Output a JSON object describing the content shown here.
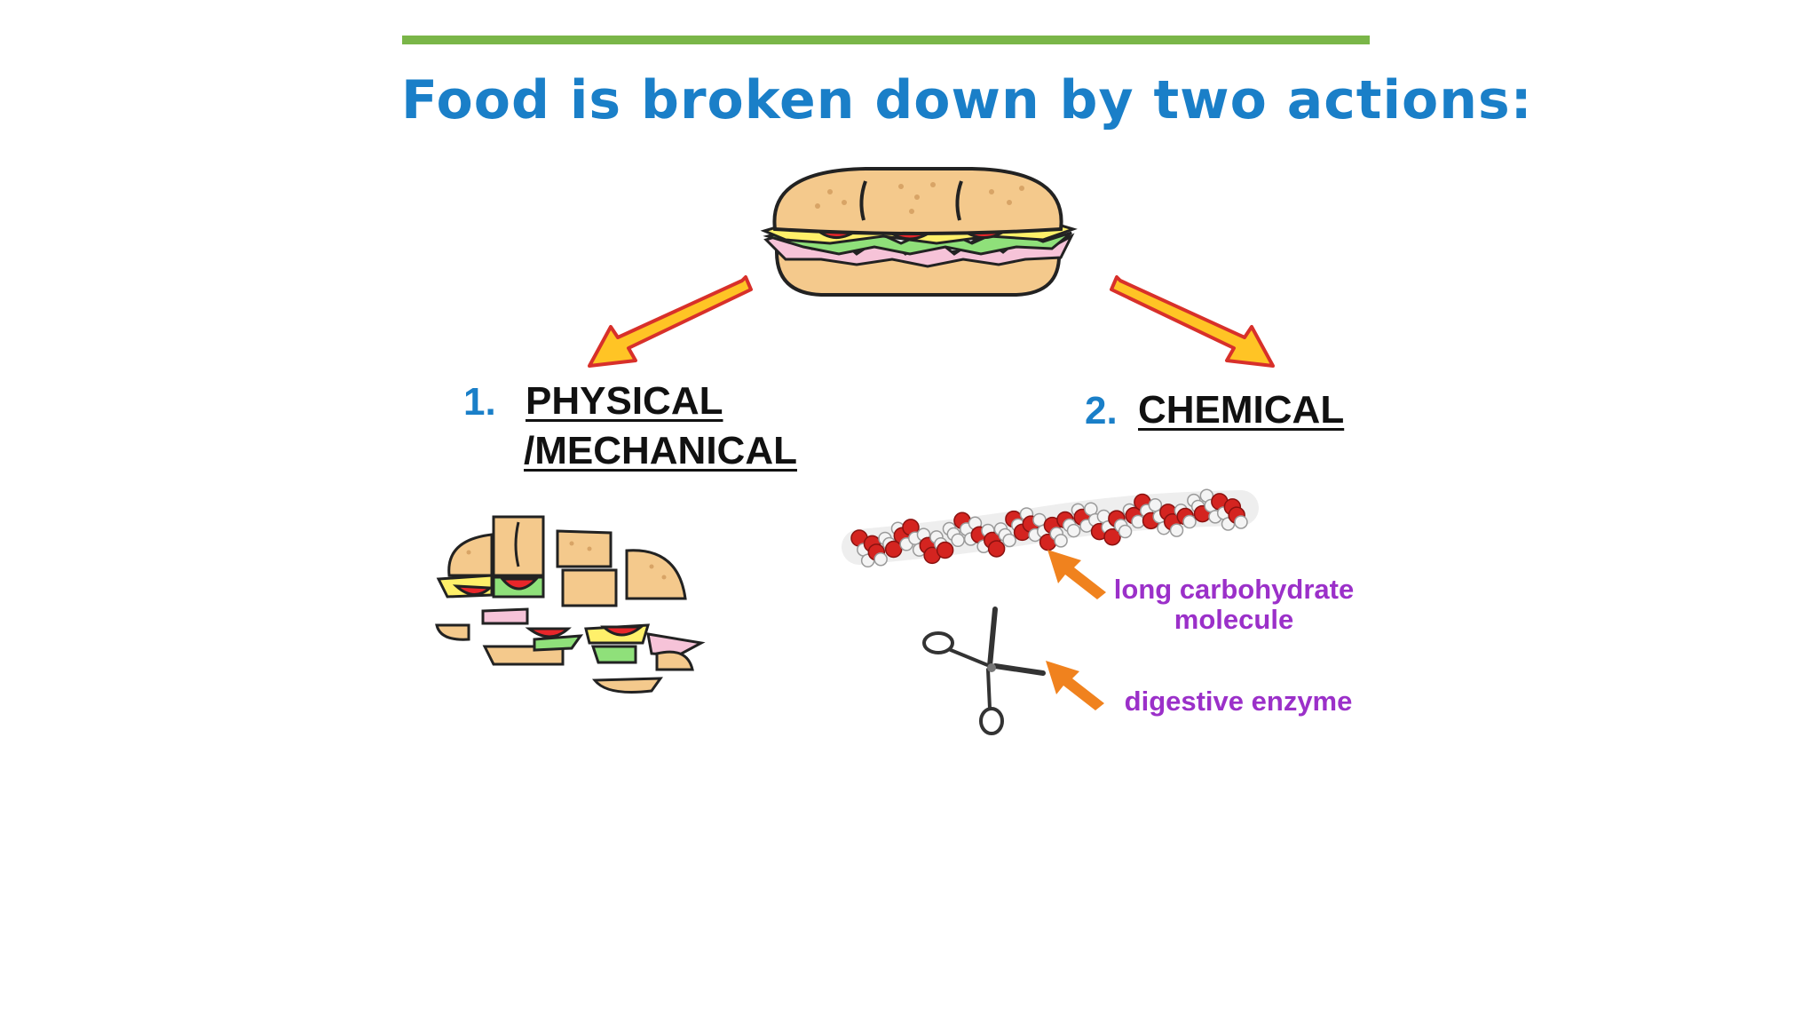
{
  "title": "Food is broken down by two actions:",
  "actions": {
    "physical": {
      "number": "1.",
      "line1": "PHYSICAL",
      "line2": "/MECHANICAL"
    },
    "chemical": {
      "number": "2.",
      "label": "CHEMICAL"
    }
  },
  "labels": {
    "molecule_line1": "long carbohydrate",
    "molecule_line2": "molecule",
    "enzyme": "digestive enzyme"
  },
  "icons": {
    "sandwich": "sandwich-icon",
    "broken_sandwich": "broken-sandwich-icon",
    "molecule": "carbohydrate-molecule-icon",
    "scissors": "scissors-icon"
  },
  "colors": {
    "accent_line": "#7ab648",
    "title": "#1a7fc8",
    "number": "#1a7fc8",
    "label": "#9b30c9",
    "pointer_arrow": "#f0821e",
    "split_arrow_fill": "#ffc425",
    "split_arrow_stroke": "#d8302a"
  }
}
